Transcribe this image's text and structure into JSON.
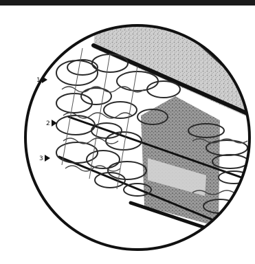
{
  "callouts": [
    {
      "label": "1"
    },
    {
      "label": "2"
    },
    {
      "label": "3"
    }
  ],
  "colors": {
    "ink": "#2a2a2a",
    "frame": "#111111",
    "foam": "#c9c9c9",
    "paper": "#ffffff"
  }
}
